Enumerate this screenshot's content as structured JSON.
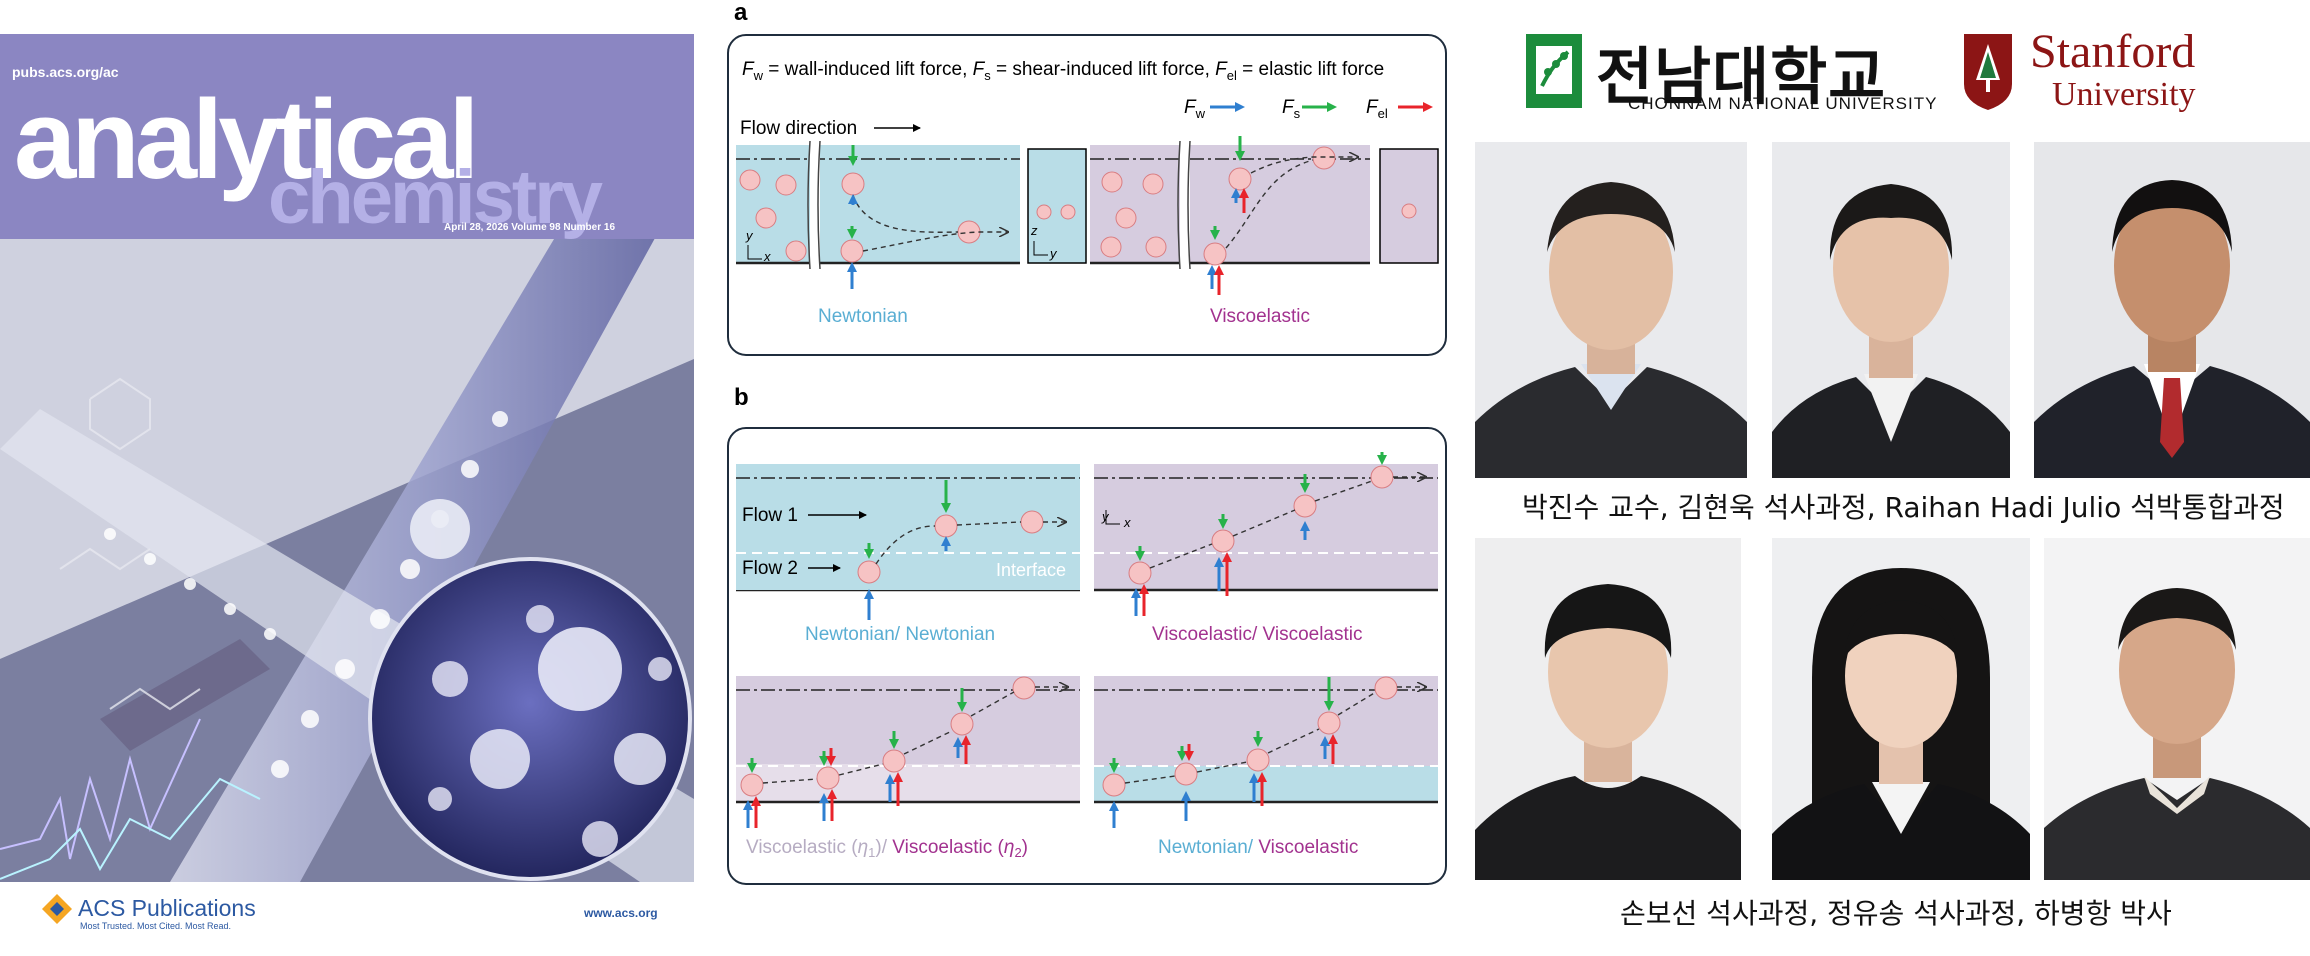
{
  "cover": {
    "url": "pubs.acs.org/ac",
    "title_line1": "analytical",
    "title_line2": "chemistry",
    "issue": "April 28, 2026  Volume 98  Number 16",
    "publisher": "ACS Publications",
    "publisher_tagline": "Most Trusted. Most Cited. Most Read.",
    "website": "www.acs.org"
  },
  "figure": {
    "panel_a": {
      "label": "a",
      "legend_text": {
        "fw": "F",
        "fw_sub": "w",
        "fw_desc": " = wall-induced lift force, ",
        "fs": "F",
        "fs_sub": "s",
        "fs_desc": " = shear-induced lift force, ",
        "fel": "F",
        "fel_sub": "el",
        "fel_desc": " = elastic lift force"
      },
      "flow_direction": "Flow direction",
      "axis_y": "y",
      "axis_x": "x",
      "axis_z": "z",
      "label_newtonian": "Newtonian",
      "label_viscoelastic": "Viscoelastic"
    },
    "panel_b": {
      "label": "b",
      "flow1": "Flow 1",
      "flow2": "Flow 2",
      "interface": "Interface",
      "axis_y": "y",
      "axis_x": "x",
      "caption_nn": "Newtonian/ Newtonian",
      "caption_vv": "Viscoelastic/ Viscoelastic",
      "caption_v1": "Viscoelastic (",
      "eta1": "η",
      "eta1_sub": "1",
      "caption_v1_end": ")/ ",
      "caption_v2": "Viscoelastic (",
      "eta2": "η",
      "eta2_sub": "2",
      "caption_v2_end": ")",
      "caption_nv_1": "Newtonian/ ",
      "caption_nv_2": "Viscoelastic"
    },
    "colors": {
      "newtonian": "#5aaed3",
      "viscoelastic": "#a2328f",
      "fw_arrow": "#2f7fd0",
      "fs_arrow": "#27b24a",
      "fel_arrow": "#e8242b",
      "channel_blue": "#b9dde7",
      "channel_purple": "#d6ccdf",
      "particle": "#f6c3c4"
    }
  },
  "right_panel": {
    "chonnam_korean": "전남대학교",
    "chonnam_english": "CHONNAM NATIONAL UNIVERSITY",
    "stanford_line1": "Stanford",
    "stanford_line2": "University",
    "caption_row1": "박진수 교수, 김현욱 석사과정, Raihan Hadi Julio 석박통합과정",
    "caption_row2": "손보선 석사과정, 정유송 석사과정, 하병항 박사"
  }
}
